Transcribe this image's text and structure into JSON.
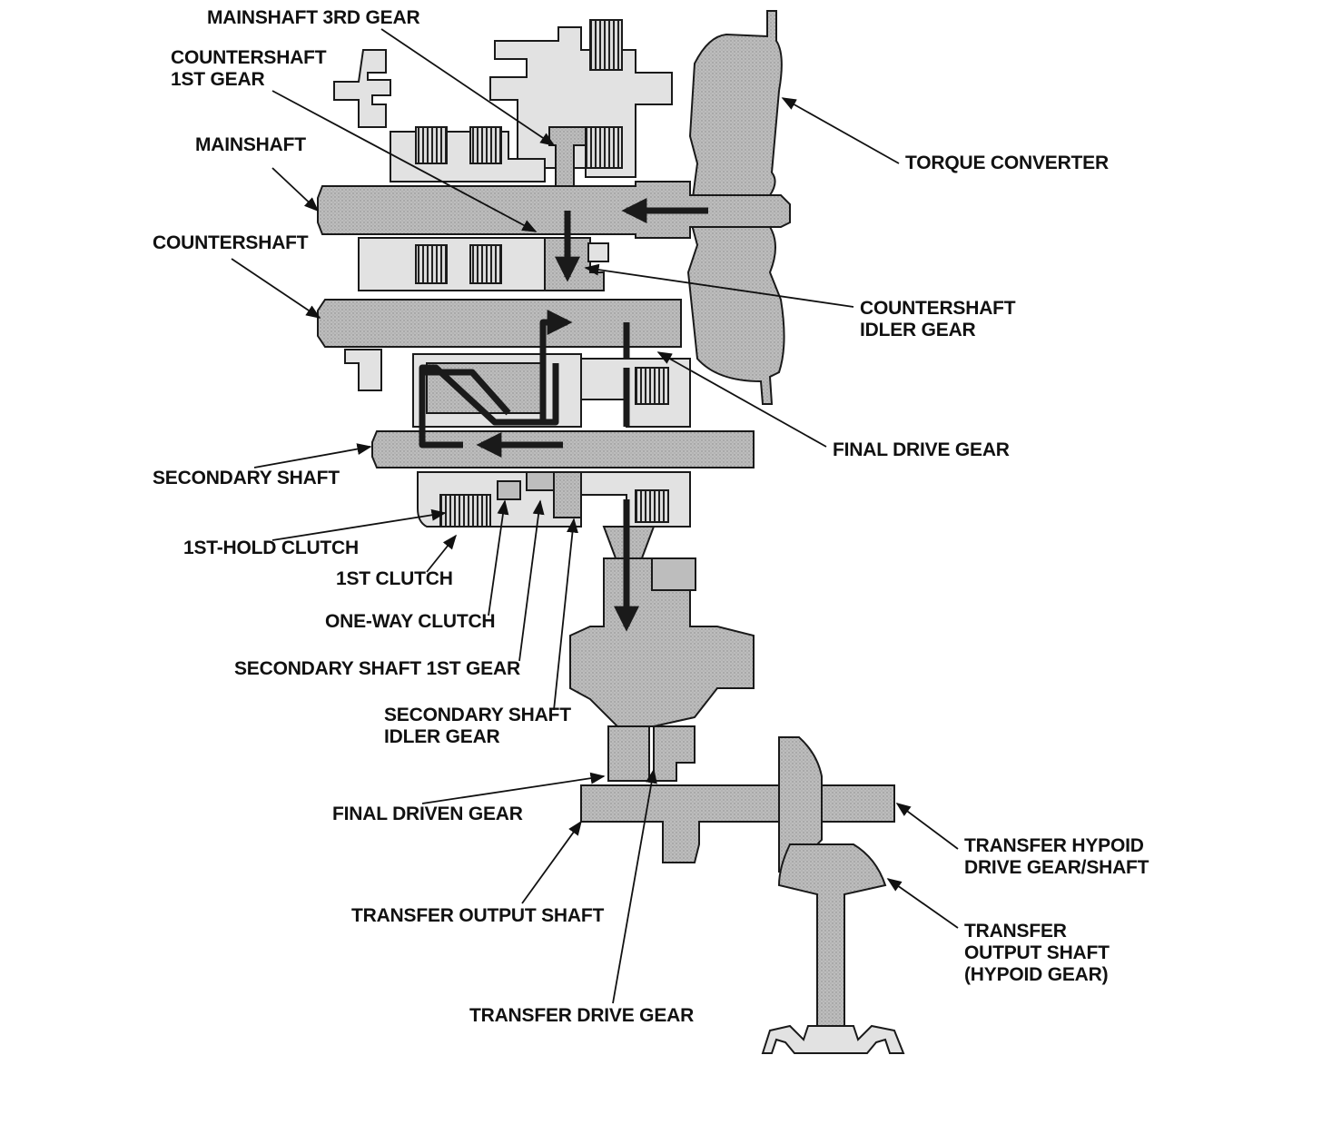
{
  "labels": {
    "mainshaft_3rd_gear": [
      "MAINSHAFT 3RD GEAR"
    ],
    "countershaft_1st_gear": [
      "COUNTERSHAFT",
      "1ST GEAR"
    ],
    "mainshaft": [
      "MAINSHAFT"
    ],
    "countershaft": [
      "COUNTERSHAFT"
    ],
    "torque_converter": [
      "TORQUE CONVERTER"
    ],
    "countershaft_idler_gear": [
      "COUNTERSHAFT",
      "IDLER GEAR"
    ],
    "final_drive_gear": [
      "FINAL DRIVE GEAR"
    ],
    "secondary_shaft": [
      "SECONDARY SHAFT"
    ],
    "first_hold_clutch": [
      "1ST-HOLD CLUTCH"
    ],
    "first_clutch": [
      "1ST CLUTCH"
    ],
    "one_way_clutch": [
      "ONE-WAY CLUTCH"
    ],
    "secondary_shaft_1st_gear": [
      "SECONDARY SHAFT 1ST GEAR"
    ],
    "secondary_shaft_idler_gear": [
      "SECONDARY SHAFT",
      "IDLER GEAR"
    ],
    "final_driven_gear": [
      "FINAL DRIVEN GEAR"
    ],
    "transfer_output_shaft": [
      "TRANSFER OUTPUT SHAFT"
    ],
    "transfer_drive_gear": [
      "TRANSFER DRIVE GEAR"
    ],
    "transfer_hypoid_drive_gear_shaft": [
      "TRANSFER HYPOID",
      "DRIVE GEAR/SHAFT"
    ],
    "transfer_output_shaft_hypoid_gear": [
      "TRANSFER",
      "OUTPUT SHAFT",
      "(HYPOID GEAR)"
    ]
  },
  "colors": {
    "part_fill": "#b5b5b5",
    "part_light": "#e2e2e2",
    "outline": "#1a1a1a",
    "flow_path": "#1a1a1a",
    "label_text": "#111111"
  }
}
